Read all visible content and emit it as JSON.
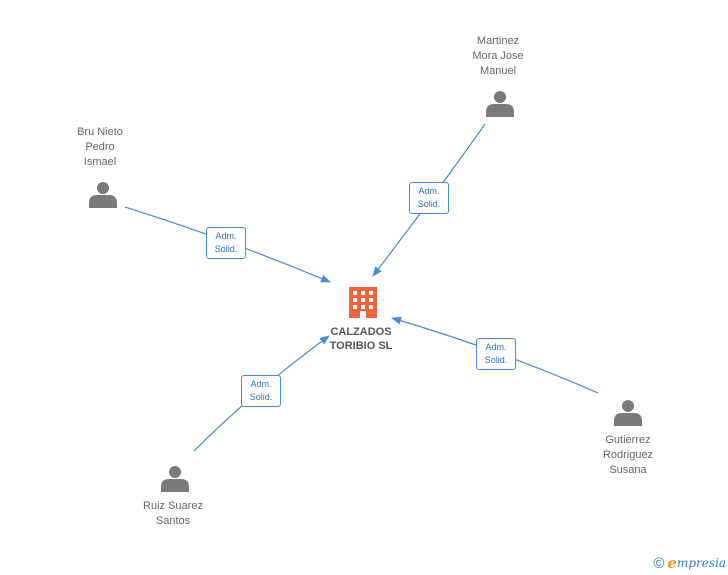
{
  "company": {
    "name_line1": "CALZADOS",
    "name_line2": "TORIBIO SL",
    "icon": "building-icon",
    "color": "#f0643c"
  },
  "people": [
    {
      "id": "bru",
      "lines": [
        "Bru Nieto",
        "Pedro",
        "Ismael"
      ],
      "icon": "person-icon",
      "role": [
        "Adm.",
        "Solid."
      ]
    },
    {
      "id": "martinez",
      "lines": [
        "Martinez",
        "Mora Jose",
        "Manuel"
      ],
      "icon": "person-icon",
      "role": [
        "Adm.",
        "Solid."
      ]
    },
    {
      "id": "ruiz",
      "lines": [
        "Ruiz Suarez",
        "Santos"
      ],
      "icon": "person-icon",
      "role": [
        "Adm.",
        "Solid."
      ]
    },
    {
      "id": "gutierrez",
      "lines": [
        "Gutierrez",
        "Rodriguez",
        "Susana"
      ],
      "icon": "person-icon",
      "role": [
        "Adm.",
        "Solid."
      ]
    }
  ],
  "colors": {
    "edge": "#4a8ad4",
    "person": "#7a7a7a"
  },
  "footer": {
    "copyright": "©",
    "brand_e": "e",
    "brand_rest": "mpresia"
  }
}
